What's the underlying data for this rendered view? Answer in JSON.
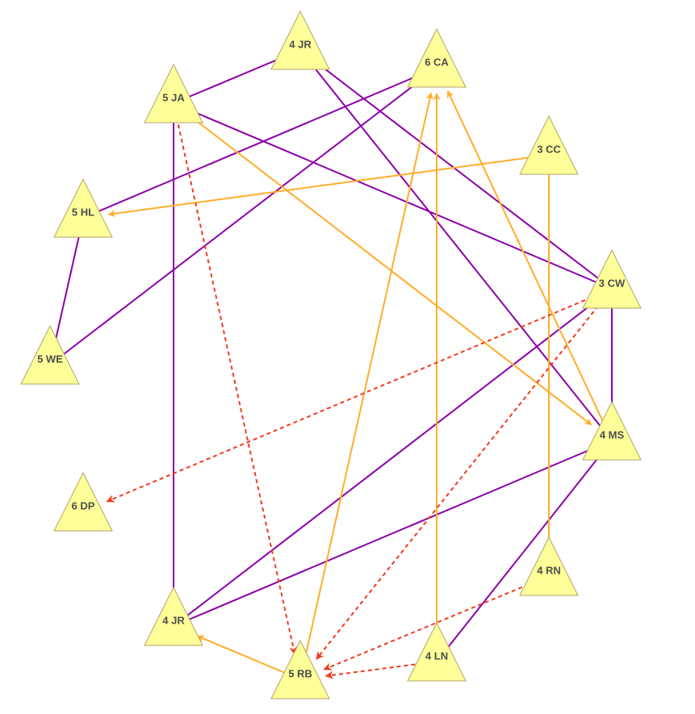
{
  "colors": {
    "undirected": "#8b00a8",
    "directed": "#ffad29",
    "dashed": "#f23a1f",
    "node_fill": "#ffff99",
    "node_stroke": "#b3a36b"
  },
  "nodes": [
    {
      "id": "jr_top",
      "label": "4 JR"
    },
    {
      "id": "ca",
      "label": "6 CA"
    },
    {
      "id": "ja",
      "label": "5 JA"
    },
    {
      "id": "cc",
      "label": "3 CC"
    },
    {
      "id": "hl",
      "label": "5 HL"
    },
    {
      "id": "cw",
      "label": "3 CW"
    },
    {
      "id": "we",
      "label": "5 WE"
    },
    {
      "id": "ms",
      "label": "4 MS"
    },
    {
      "id": "dp",
      "label": "6 DP"
    },
    {
      "id": "rn",
      "label": "4 RN"
    },
    {
      "id": "jr_bot",
      "label": "4 JR"
    },
    {
      "id": "ln",
      "label": "4 LN"
    },
    {
      "id": "rb",
      "label": "5 RB"
    }
  ],
  "edges": [
    {
      "from": "ja",
      "to": "jr_top",
      "style": "undirected"
    },
    {
      "from": "jr_top",
      "to": "cw",
      "style": "undirected"
    },
    {
      "from": "jr_top",
      "to": "ms",
      "style": "undirected"
    },
    {
      "from": "ca",
      "to": "hl",
      "style": "undirected"
    },
    {
      "from": "ca",
      "to": "we",
      "style": "undirected"
    },
    {
      "from": "ja",
      "to": "cw",
      "style": "undirected"
    },
    {
      "from": "ja",
      "to": "jr_bot",
      "style": "undirected"
    },
    {
      "from": "hl",
      "to": "we",
      "style": "undirected"
    },
    {
      "from": "cw",
      "to": "ms",
      "style": "undirected"
    },
    {
      "from": "cw",
      "to": "jr_bot",
      "style": "undirected"
    },
    {
      "from": "ms",
      "to": "jr_bot",
      "style": "undirected"
    },
    {
      "from": "ms",
      "to": "ln",
      "style": "undirected"
    },
    {
      "from": "cc",
      "to": "hl",
      "style": "directed"
    },
    {
      "from": "cc",
      "to": "rn",
      "style": "directed"
    },
    {
      "from": "ja",
      "to": "ms",
      "style": "directed"
    },
    {
      "from": "ms",
      "to": "ca",
      "style": "directed"
    },
    {
      "from": "ln",
      "to": "ca",
      "style": "directed"
    },
    {
      "from": "rb",
      "to": "ca",
      "style": "directed"
    },
    {
      "from": "rb",
      "to": "jr_bot",
      "style": "directed"
    },
    {
      "from": "ja",
      "to": "rb",
      "style": "dashed"
    },
    {
      "from": "cw",
      "to": "dp",
      "style": "dashed"
    },
    {
      "from": "cw",
      "to": "rb",
      "style": "dashed"
    },
    {
      "from": "rn",
      "to": "rb",
      "style": "dashed"
    },
    {
      "from": "ln",
      "to": "rb",
      "style": "dashed"
    }
  ]
}
